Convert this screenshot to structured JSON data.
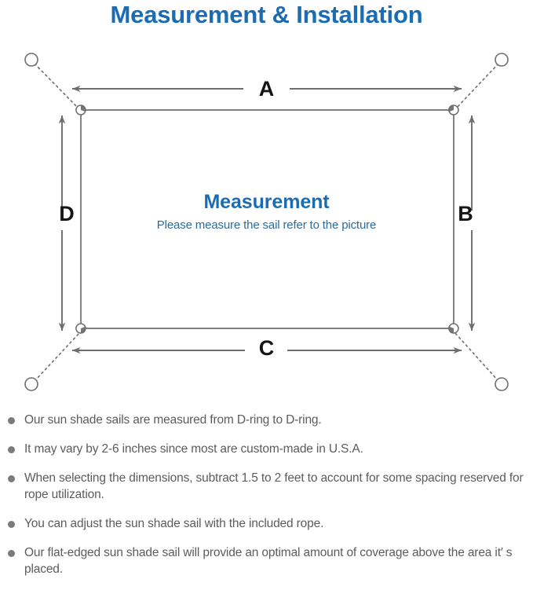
{
  "header": {
    "title": "Measurement & Installation",
    "title_color": "#1b6cb0"
  },
  "diagram": {
    "center_title": "Measurement",
    "center_subtitle": "Please measure the sail refer to the picture",
    "center_title_color": "#1b6cb0",
    "center_subtitle_color": "#2d6a9f",
    "line_color": "#6e6e6e",
    "dimension_labels": {
      "top": "A",
      "right": "B",
      "bottom": "C",
      "left": "D"
    },
    "anchor_count": 4,
    "d_ring_count": 4
  },
  "notes": [
    {
      "text": "Our sun shade sails are measured from D-ring to D-ring."
    },
    {
      "text": "It may vary by 2-6 inches since most are custom-made in U.S.A."
    },
    {
      "text": "When selecting the dimensions, subtract 1.5 to 2 feet to account for some spacing reserved for rope utilization."
    },
    {
      "text": "You can adjust the sun shade sail with the included rope."
    },
    {
      "text": "Our flat-edged sun shade sail will provide an optimal amount of coverage above the area it′ s placed."
    }
  ]
}
